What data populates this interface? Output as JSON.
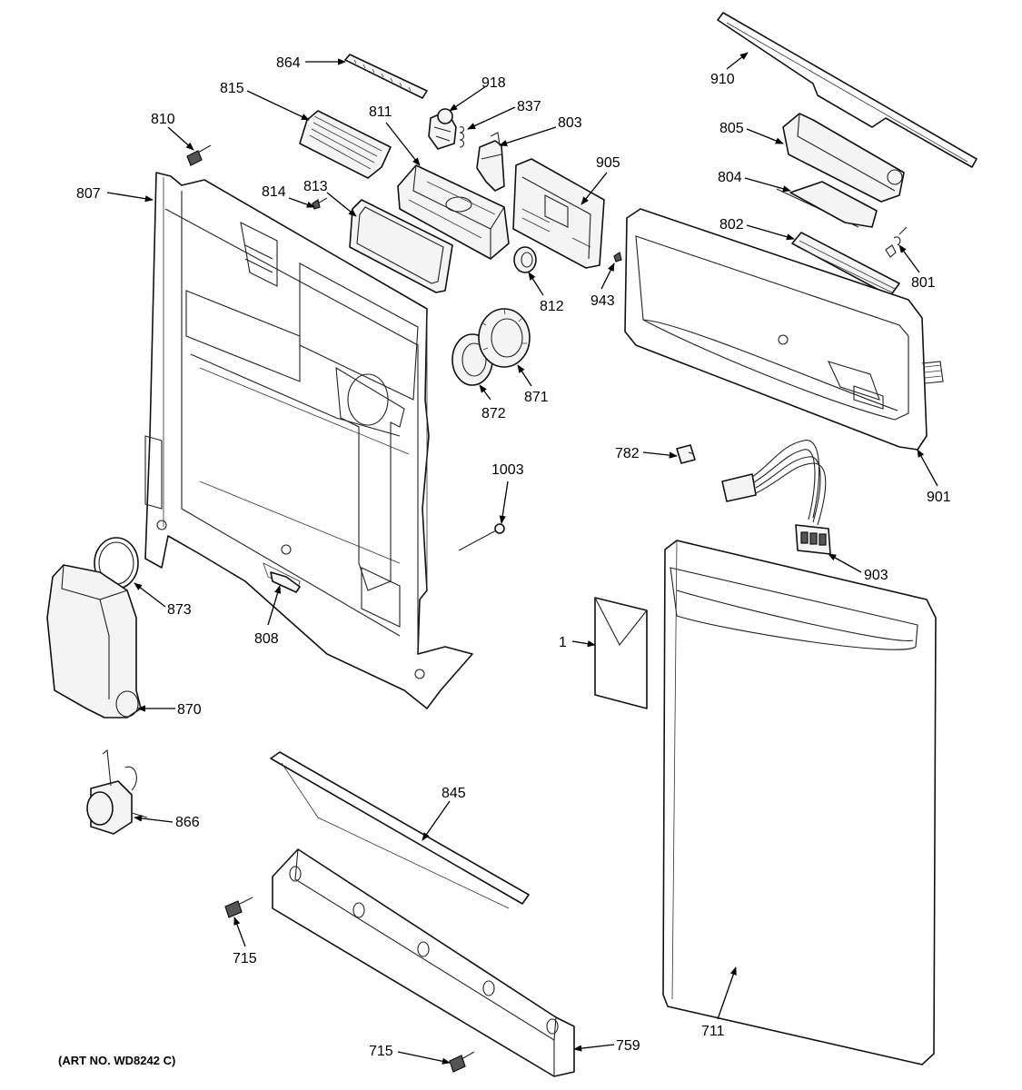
{
  "art_number": "(ART NO. WD8242 C)",
  "callouts": {
    "c864": "864",
    "c918": "918",
    "c837": "837",
    "c803": "803",
    "c815": "815",
    "c810": "810",
    "c811": "811",
    "c905": "905",
    "c807": "807",
    "c814": "814",
    "c813": "813",
    "c812": "812",
    "c943": "943",
    "c872": "872",
    "c871": "871",
    "c1003": "1003",
    "c873": "873",
    "c808": "808",
    "c870": "870",
    "c866": "866",
    "c845": "845",
    "c715a": "715",
    "c715b": "715",
    "c759": "759",
    "c711": "711",
    "c1": "1",
    "c903": "903",
    "c782": "782",
    "c901": "901",
    "c910": "910",
    "c805": "805",
    "c804": "804",
    "c802": "802",
    "c801": "801"
  },
  "colors": {
    "line": "#111111",
    "fill": "#f4f4f4",
    "background": "#ffffff"
  }
}
